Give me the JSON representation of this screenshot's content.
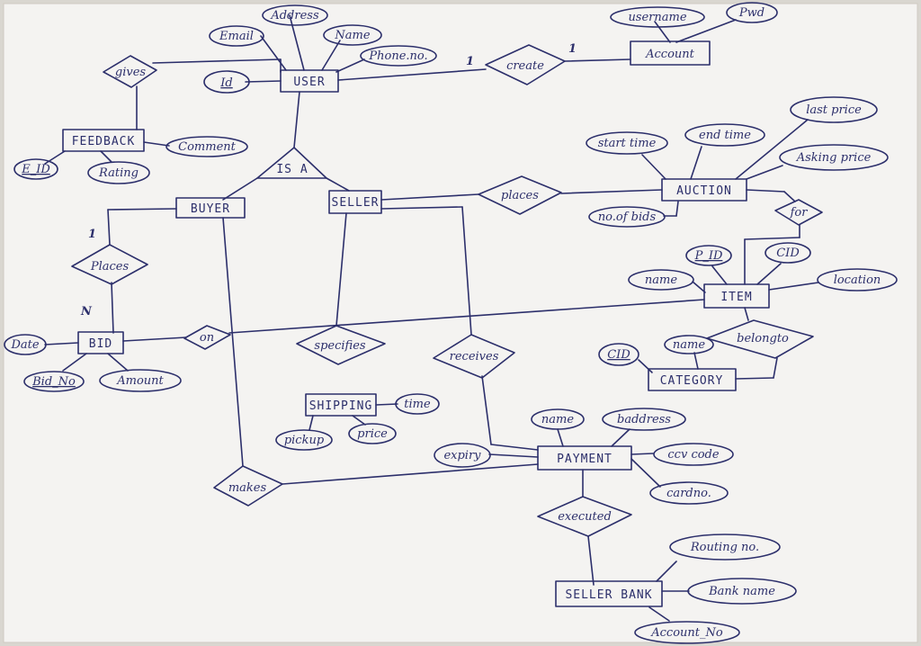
{
  "diagram": {
    "entities": {
      "user": "USER",
      "account": "Account",
      "feedback": "FEEDBACK",
      "buyer": "BUYER",
      "seller": "SELLER",
      "auction": "AUCTION",
      "item": "ITEM",
      "bid": "BID",
      "category": "CATEGORY",
      "shipping": "SHIPPING",
      "payment": "PAYMENT",
      "seller_bank": "SELLER BANK"
    },
    "relationships": {
      "gives": "gives",
      "create": "create",
      "isa": "IS A",
      "places_auction": "places",
      "places_bid": "Places",
      "for": "for",
      "on": "on",
      "specifies": "specifies",
      "receives": "receives",
      "belongs_to": "belongto",
      "makes": "makes",
      "executed": "executed"
    },
    "attributes": {
      "user_address": "Address",
      "user_email": "Email",
      "user_name": "Name",
      "user_phone": "Phone.no.",
      "user_id": "Id",
      "acc_username": "username",
      "acc_pwd": "Pwd",
      "fb_comment": "Comment",
      "fb_eid": "E_ID",
      "fb_rating": "Rating",
      "auc_start": "start time",
      "auc_end": "end time",
      "auc_last": "last price",
      "auc_asking": "Asking price",
      "auc_nobids": "no.of bids",
      "item_pid": "P_ID",
      "item_cid": "CID",
      "item_name": "name",
      "item_location": "location",
      "cat_cid": "CID",
      "cat_name": "name",
      "bid_date": "Date",
      "bid_no": "Bid_No",
      "bid_amount": "Amount",
      "ship_time": "time",
      "ship_pickup": "pickup",
      "ship_price": "price",
      "pay_name": "name",
      "pay_baddress": "baddress",
      "pay_expiry": "expiry",
      "pay_ccv": "ccv code",
      "pay_cardno": "cardno.",
      "bank_routing": "Routing no.",
      "bank_name": "Bank name",
      "bank_account": "Account_No"
    },
    "cardinalities": {
      "user_create": "1",
      "create_account": "1",
      "buyer_places": "1",
      "places_bid": "N"
    },
    "colors": {
      "ink": "#2c2f6b",
      "paper": "#f4f3f1",
      "background": "#d9d6d0"
    }
  }
}
